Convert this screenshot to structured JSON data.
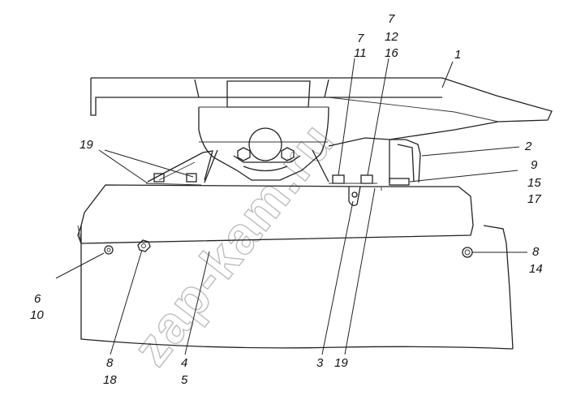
{
  "watermark": "zap-kam.ru",
  "callouts": {
    "c1": "1",
    "c2": "2",
    "c7a": "7",
    "c11": "11",
    "c7b": "7",
    "c12": "12",
    "c16": "16",
    "c9": "9",
    "c15": "15",
    "c17": "17",
    "c19a": "19",
    "c8a": "8",
    "c14": "14",
    "c6": "6",
    "c10": "10",
    "c8b": "8",
    "c18": "18",
    "c4": "4",
    "c5": "5",
    "c3": "3",
    "c19b": "19"
  }
}
